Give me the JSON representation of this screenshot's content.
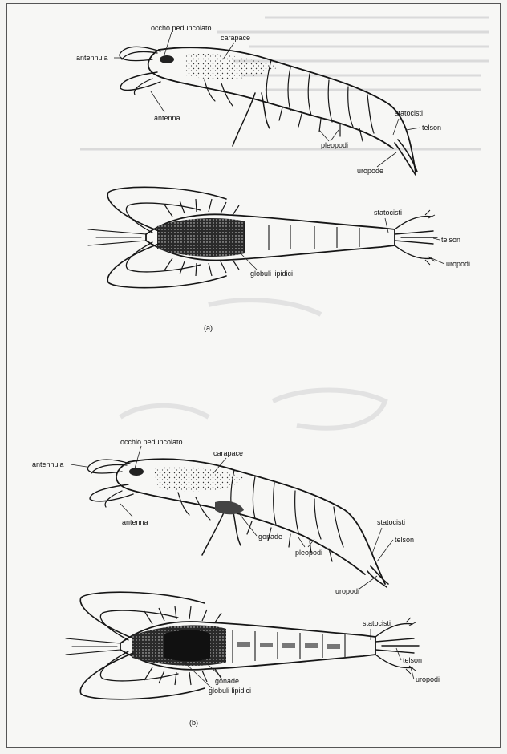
{
  "figure_a": {
    "lateral_labels": {
      "occhio": "occho peduncolato",
      "carapace": "carapace",
      "antennula": "antennula",
      "antenna": "antenna",
      "statocisti": "statocisti",
      "telson": "telson",
      "pleopodi": "pleopodi",
      "uropode": "uropode"
    },
    "dorsal_labels": {
      "statocisti": "statocisti",
      "telson": "telson",
      "uropodi": "uropodi",
      "globuli": "globuli lipidici"
    },
    "caption": "(a)"
  },
  "figure_b": {
    "lateral_labels": {
      "occhio": "occhio peduncolato",
      "carapace": "carapace",
      "antennula": "antennula",
      "antenna": "antenna",
      "gonade": "gonade",
      "pleopodi": "pleopodi",
      "statocisti": "statocisti",
      "telson": "telson",
      "uropodi": "uropodi"
    },
    "dorsal_labels": {
      "statocisti": "statocisti",
      "telson": "telson",
      "uropodi": "uropodi",
      "gonade": "gonade",
      "globuli": "globuli lipidici"
    },
    "caption": "(b)"
  }
}
